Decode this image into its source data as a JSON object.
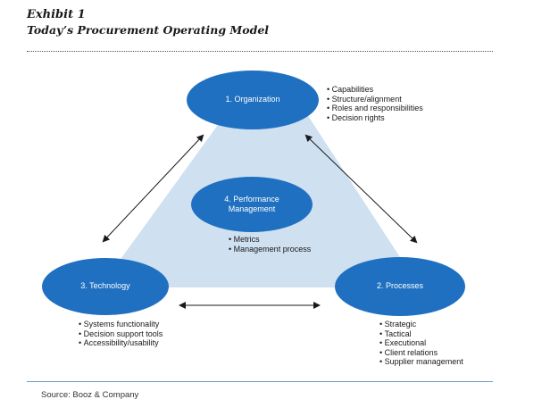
{
  "header": {
    "exhibit": "Exhibit 1",
    "title": "Today’s Procurement Operating Model"
  },
  "nodes": {
    "organization": {
      "label": "1. Organization",
      "bullets": [
        "Capabilities",
        "Structure/alignment",
        "Roles and responsibilities",
        "Decision rights"
      ]
    },
    "processes": {
      "label": "2. Processes",
      "bullets": [
        "Strategic",
        "Tactical",
        "Executional",
        "Client relations",
        "Supplier management"
      ]
    },
    "technology": {
      "label": "3. Technology",
      "bullets": [
        "Systems functionality",
        "Decision support tools",
        "Accessibility/usability"
      ]
    },
    "performance": {
      "label_line1": "4. Performance",
      "label_line2": "Management",
      "bullets": [
        "Metrics",
        "Management process"
      ]
    }
  },
  "colors": {
    "node_fill": "#1f70c1",
    "triangle_fill": "#cfe0f1",
    "arrow": "#1a1a1a"
  },
  "footer": {
    "source": "Source: Booz & Company"
  }
}
